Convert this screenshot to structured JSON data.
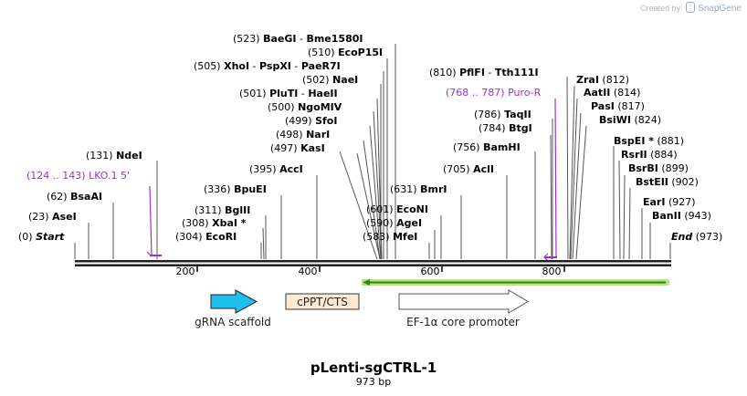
{
  "credit": {
    "created_by": "Created by",
    "brand": "SnapGene"
  },
  "plasmid": {
    "name": "pLenti-sgCTRL-1",
    "length_label": "973 bp",
    "length": 973
  },
  "axis_ticks": [
    200,
    400,
    600,
    800
  ],
  "sites": [
    {
      "pos_label": "(523)",
      "name": "BaeGI",
      "alt": "Bme1580I",
      "pos": 523
    },
    {
      "pos_label": "(510)",
      "name": "EcoP15I",
      "pos": 510
    },
    {
      "pos_label": "(505)",
      "name": "XhoI",
      "alt": "PspXI",
      "alt2": "PaeR7I",
      "pos": 505
    },
    {
      "pos_label": "(502)",
      "name": "NaeI",
      "pos": 502
    },
    {
      "pos_label": "(501)",
      "name": "PluTI",
      "alt": "HaeII",
      "pos": 501
    },
    {
      "pos_label": "(500)",
      "name": "NgoMIV",
      "pos": 500
    },
    {
      "pos_label": "(499)",
      "name": "SfoI",
      "pos": 499
    },
    {
      "pos_label": "(498)",
      "name": "NarI",
      "pos": 498
    },
    {
      "pos_label": "(497)",
      "name": "KasI",
      "pos": 497
    },
    {
      "pos_label": "(395)",
      "name": "AccI",
      "pos": 395
    },
    {
      "pos_label": "(336)",
      "name": "BpuEI",
      "pos": 336
    },
    {
      "pos_label": "(311)",
      "name": "BglII",
      "pos": 311
    },
    {
      "pos_label": "(308)",
      "name": "XbaI *",
      "pos": 308
    },
    {
      "pos_label": "(304)",
      "name": "EcoRI",
      "pos": 304
    },
    {
      "pos_label": "(131)",
      "name": "NdeI",
      "pos": 131
    },
    {
      "pos_label": "(62)",
      "name": "BsaAI",
      "pos": 62
    },
    {
      "pos_label": "(23)",
      "name": "AseI",
      "pos": 23
    },
    {
      "pos_label": "(0)",
      "name": "Start",
      "pos": 0
    },
    {
      "pos_label": "(631)",
      "name": "BmrI",
      "pos": 631
    },
    {
      "pos_label": "(601)",
      "name": "EcoNI",
      "pos": 601
    },
    {
      "pos_label": "(590)",
      "name": "AgeI",
      "pos": 590
    },
    {
      "pos_label": "(583)",
      "name": "MfeI",
      "pos": 583
    },
    {
      "pos_label": "(705)",
      "name": "AclI",
      "pos": 705
    },
    {
      "pos_label": "(756)",
      "name": "BamHI",
      "pos": 756
    },
    {
      "pos_label": "(784)",
      "name": "BtgI",
      "pos": 784
    },
    {
      "pos_label": "(786)",
      "name": "TaqII",
      "pos": 786
    },
    {
      "pos_label": "(810)",
      "name": "PflFI",
      "alt": "Tth111I",
      "pos": 810
    },
    {
      "pos_label": "(812)",
      "name": "ZraI",
      "pos": 812
    },
    {
      "pos_label": "(814)",
      "name": "AatII",
      "pos": 814
    },
    {
      "pos_label": "(817)",
      "name": "PasI",
      "pos": 817
    },
    {
      "pos_label": "(824)",
      "name": "BsiWI",
      "pos": 824
    },
    {
      "pos_label": "(881)",
      "name": "BspEI *",
      "pos": 881
    },
    {
      "pos_label": "(884)",
      "name": "RsrII",
      "pos": 884
    },
    {
      "pos_label": "(899)",
      "name": "BsrBI",
      "pos": 899
    },
    {
      "pos_label": "(902)",
      "name": "BstEII",
      "pos": 902
    },
    {
      "pos_label": "(927)",
      "name": "EarI",
      "pos": 927
    },
    {
      "pos_label": "(943)",
      "name": "BanII",
      "pos": 943
    },
    {
      "pos_label": "(973)",
      "name": "End",
      "pos": 973
    }
  ],
  "primers": [
    {
      "range_label": "(124 .. 143)",
      "name": "LKO.1 5'",
      "start": 124,
      "end": 143,
      "color": "#9b30d0"
    },
    {
      "range_label": "(768 .. 787)",
      "name": "Puro-R",
      "start": 768,
      "end": 787,
      "color": "#9b30d0"
    }
  ],
  "features": [
    {
      "name": "gRNA scaffold",
      "type": "arrow",
      "color": "#1ec0f0"
    },
    {
      "name": "cPPT/CTS",
      "type": "box",
      "color": "#ffe9d2"
    },
    {
      "name": "EF-1α core promoter",
      "type": "arrow",
      "color": "#ffffff"
    },
    {
      "name": "",
      "type": "bar",
      "color": "#b8e08a",
      "line_color": "#2e8a0a"
    }
  ]
}
